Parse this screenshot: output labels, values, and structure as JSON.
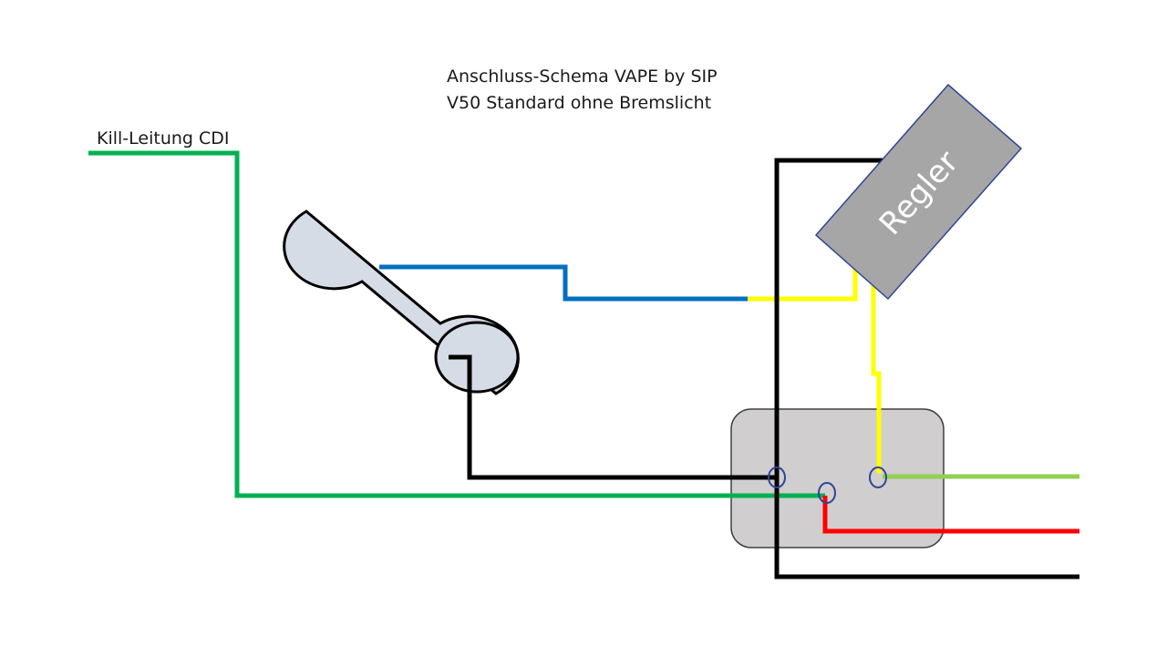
{
  "title": {
    "line1": "Anschluss-Schema VAPE by SIP",
    "line2": "V50 Standard ohne Bremslicht"
  },
  "labels": {
    "kill_wire": "Kill-Leitung CDI",
    "regulator": "Regler"
  },
  "colors": {
    "green_kill": "#00b050",
    "light_green": "#92d050",
    "blue": "#0070c0",
    "yellow": "#ffff00",
    "black": "#000000",
    "red": "#ff0000",
    "coil_fill": "#d6dce5",
    "box_fill": "#d0cece",
    "regulator_fill": "#a6a6a6",
    "terminal_stroke": "#2f4596"
  }
}
